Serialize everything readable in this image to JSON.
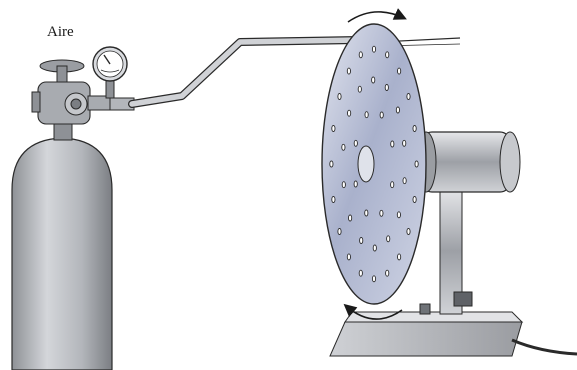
{
  "labels": {
    "gas": "Aire"
  },
  "colors": {
    "cylinder": "#b9bcc0",
    "metal_dark": "#6f7378",
    "disk": "#b8bfd6",
    "tube": "#c9cbcf",
    "outline": "#2a2a2a"
  },
  "disk": {
    "holes_per_ring": [
      20,
      14,
      8
    ]
  }
}
